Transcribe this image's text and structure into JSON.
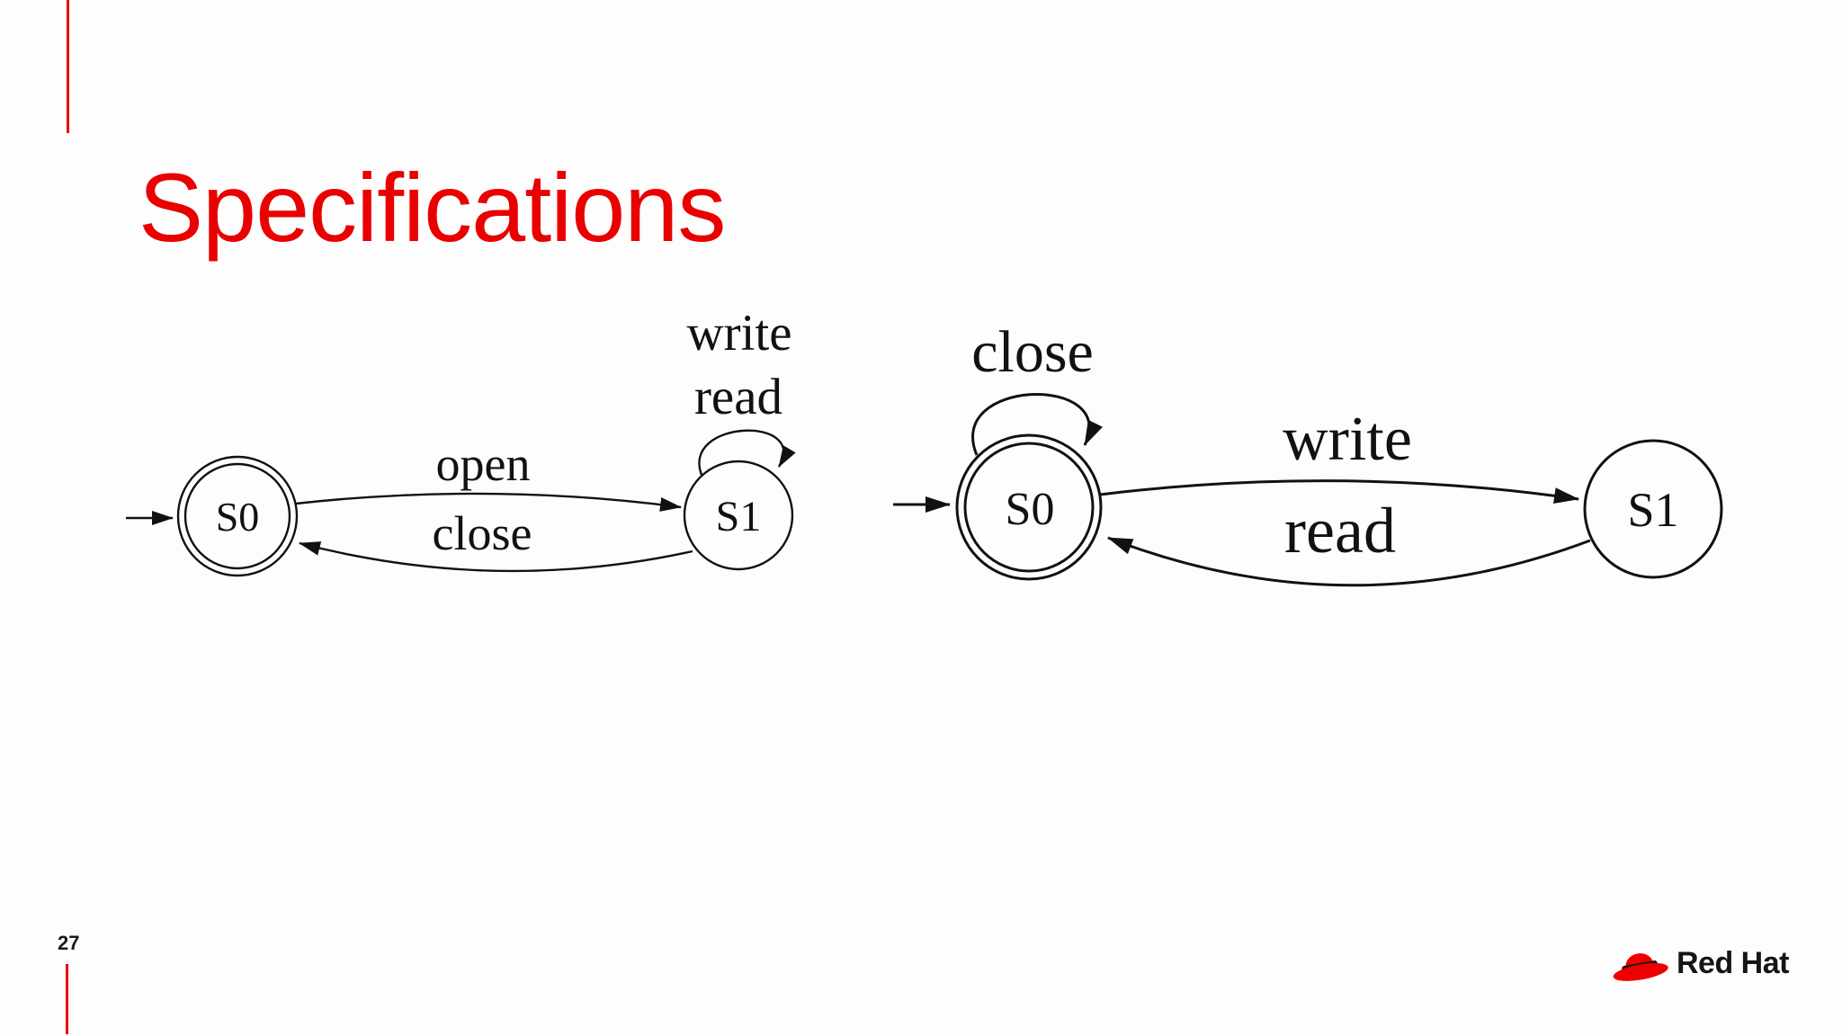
{
  "slide": {
    "title": "Specifications",
    "page_number": "27",
    "accent_color": "#e90000",
    "background_color": "#fdfdfd"
  },
  "branding": {
    "logo_text": "Red Hat",
    "hat_color": "#ee0000"
  },
  "diagrams": [
    {
      "name": "file-automaton-compact",
      "states": [
        {
          "label": "S0",
          "accepting": true,
          "initial": true
        },
        {
          "label": "S1",
          "accepting": false,
          "initial": false
        }
      ],
      "transitions": [
        {
          "from": "S0",
          "to": "S1",
          "label": "open"
        },
        {
          "from": "S1",
          "to": "S0",
          "label": "close"
        }
      ],
      "self_loop": {
        "state": "S1",
        "labels": [
          "write",
          "read"
        ]
      }
    },
    {
      "name": "file-automaton-expanded",
      "states": [
        {
          "label": "S0",
          "accepting": true,
          "initial": true
        },
        {
          "label": "S1",
          "accepting": false,
          "initial": false
        }
      ],
      "transitions": [
        {
          "from": "S0",
          "to": "S1",
          "label": "write"
        },
        {
          "from": "S1",
          "to": "S0",
          "label": "read"
        }
      ],
      "self_loop": {
        "state": "S0",
        "label": "close"
      }
    }
  ]
}
